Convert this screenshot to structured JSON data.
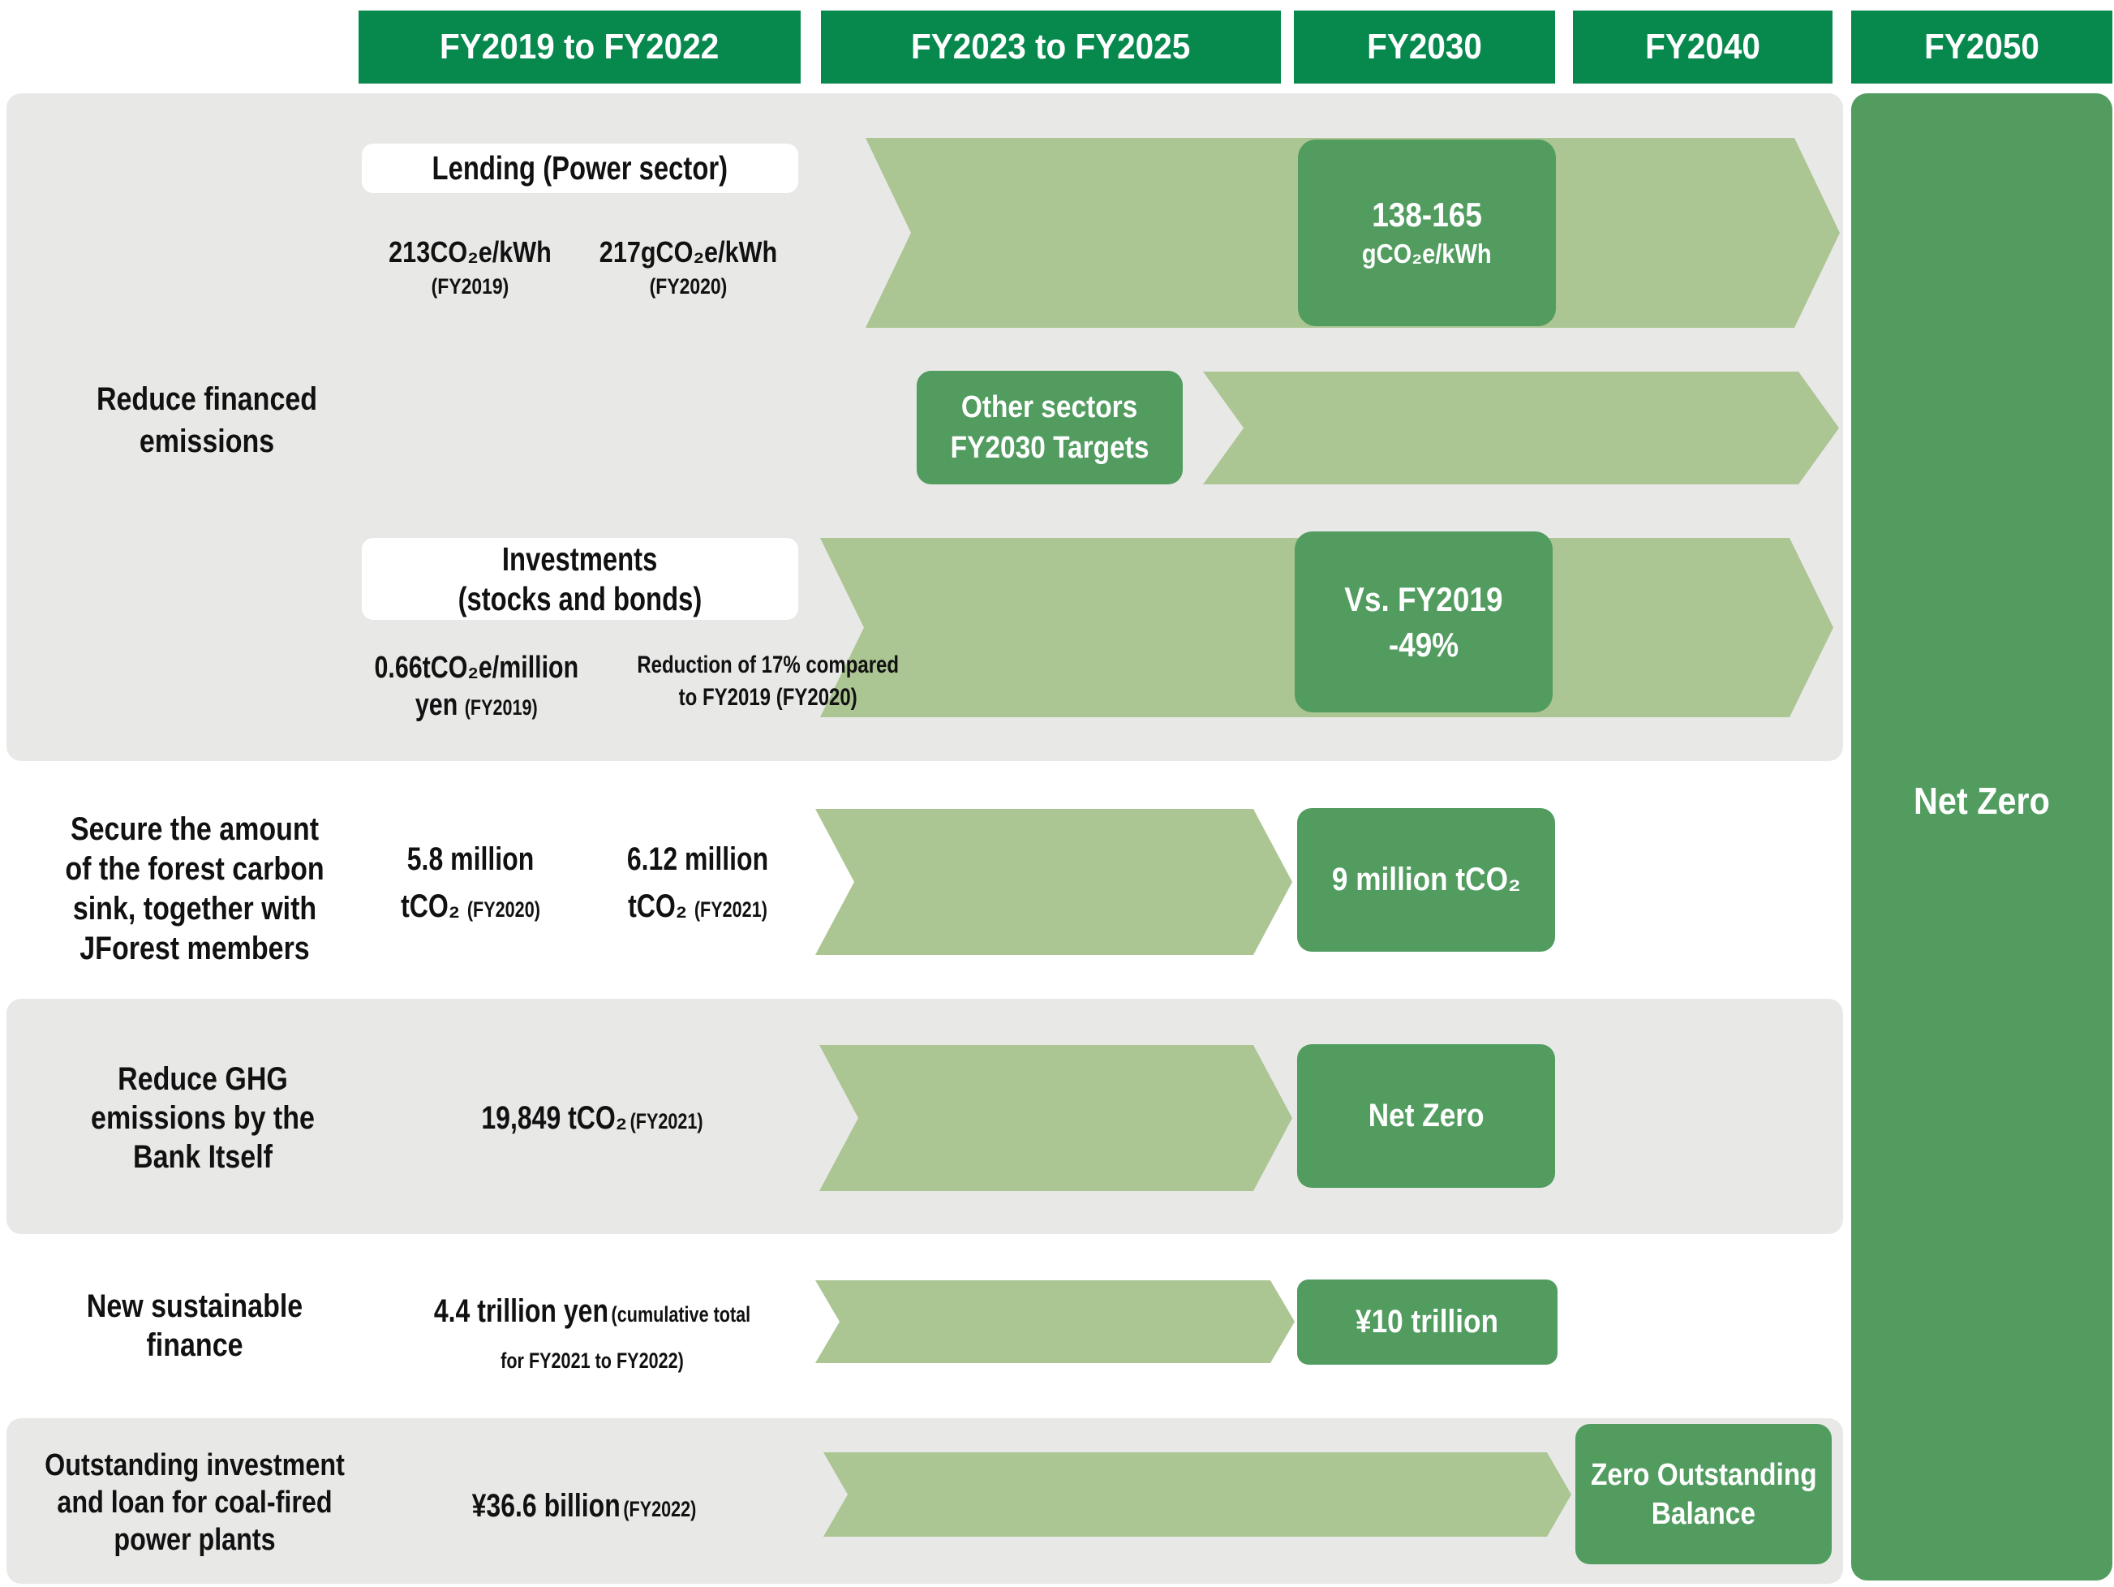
{
  "colors": {
    "header-green": "#07894e",
    "box-green": "#529c60",
    "arrow-green": "#abc593",
    "band-gray": "#e8e8e7",
    "text-dark": "#111111",
    "white": "#ffffff"
  },
  "header": {
    "col1": "FY2019 to FY2022",
    "col2": "FY2023 to FY2025",
    "col3": "FY2030",
    "col4": "FY2040",
    "col5": "FY2050"
  },
  "fy2050_target": "Net Zero",
  "financed": {
    "label1": "Reduce financed",
    "label2": "emissions",
    "lending_title": "Lending (Power sector)",
    "lending_stat1_value": "213CO₂e/kWh",
    "lending_stat1_period": "(FY2019)",
    "lending_stat2_value": "217gCO₂e/kWh",
    "lending_stat2_period": "(FY2020)",
    "lending_target1": "138-165",
    "lending_target2": "gCO₂e/kWh",
    "other_line1": "Other sectors",
    "other_line2": "FY2030 Targets",
    "invest_title1": "Investments",
    "invest_title2": "(stocks and bonds)",
    "invest_stat1_line1": "0.66tCO₂e/million",
    "invest_stat1_line2": "yen",
    "invest_stat1_period": "(FY2019)",
    "invest_stat2_line1": "Reduction of 17% compared",
    "invest_stat2_line2": "to FY2019 (FY2020)",
    "invest_target1": "Vs. FY2019",
    "invest_target2": "-49%"
  },
  "forest": {
    "label1": "Secure the amount",
    "label2": "of the forest carbon",
    "label3": "sink, together with",
    "label4": "JForest members",
    "stat1_line1": "5.8 million",
    "stat1_line2": "tCO₂",
    "stat1_period": "(FY2020)",
    "stat2_line1": "6.12 million",
    "stat2_line2": "tCO₂",
    "stat2_period": "(FY2021)",
    "target": "9 million tCO₂"
  },
  "ghg": {
    "label1": "Reduce GHG",
    "label2": "emissions by the",
    "label3": "Bank Itself",
    "stat_value": "19,849 tCO₂",
    "stat_period": "(FY2021)",
    "target": "Net Zero"
  },
  "finance": {
    "label1": "New sustainable",
    "label2": "finance",
    "stat_value": "4.4 trillion yen",
    "stat_period1": "(cumulative total",
    "stat_period2": "for FY2021 to FY2022)",
    "target": "¥10 trillion"
  },
  "coal": {
    "label1": "Outstanding investment",
    "label2": "and loan for coal-fired",
    "label3": "power plants",
    "stat_value": "¥36.6 billion",
    "stat_period": "(FY2022)",
    "target1": "Zero Outstanding",
    "target2": "Balance"
  }
}
